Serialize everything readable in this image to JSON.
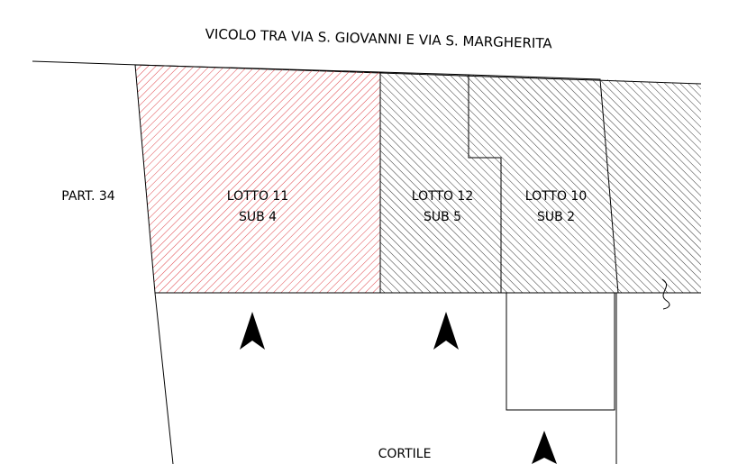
{
  "street_label": "VICOLO TRA VIA S. GIOVANNI E VIA S. MARGHERITA",
  "parcel_label": "PART. 34",
  "courtyard_label": "CORTILE",
  "lots": [
    {
      "lotto": "LOTTO 11",
      "sub": "SUB 4",
      "hatch_color": "#e0454b"
    },
    {
      "lotto": "LOTTO 12",
      "sub": "SUB 5",
      "hatch_color": "#222222"
    },
    {
      "lotto": "LOTTO 10",
      "sub": "SUB 2",
      "hatch_color": "#222222"
    }
  ]
}
